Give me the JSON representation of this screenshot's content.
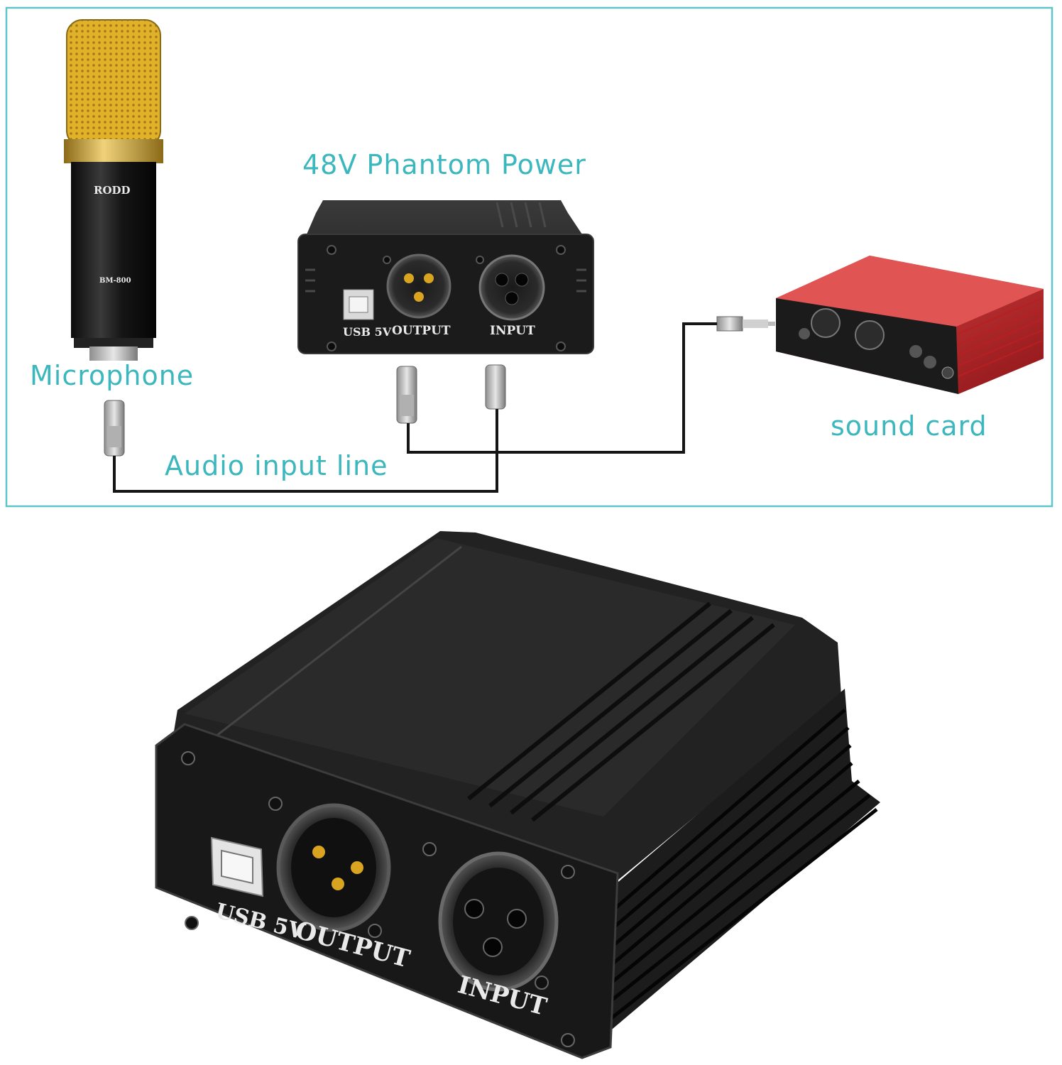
{
  "diagram": {
    "labels": {
      "phantom_power": "48V Phantom Power",
      "microphone": "Microphone",
      "sound_card": "sound card",
      "audio_input_line": "Audio input line"
    },
    "microphone": {
      "brand": "RODD",
      "model": "BM-800"
    },
    "device_ports": {
      "usb": "USB 5V",
      "output": "OUTPUT",
      "input": "INPUT"
    },
    "colors": {
      "accent": "#3bb7bd",
      "device": "#1c1c1c",
      "mic_grille": "#d9a520",
      "sound_card": "#c0282b",
      "cable": "#151515"
    }
  }
}
